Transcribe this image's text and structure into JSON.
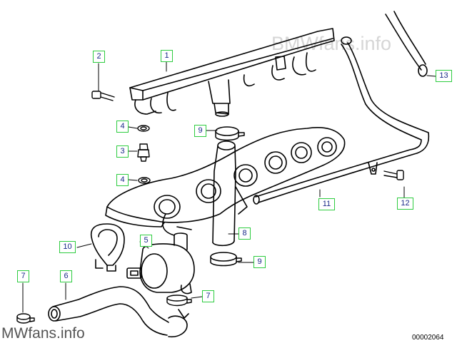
{
  "watermark_top": "BMWfans.info",
  "watermark_bottom": "MWfans.info",
  "diagram_number": "00002064",
  "callouts": [
    {
      "id": "c1",
      "label": "1"
    },
    {
      "id": "c2",
      "label": "2"
    },
    {
      "id": "c3",
      "label": "3"
    },
    {
      "id": "c4a",
      "label": "4"
    },
    {
      "id": "c4b",
      "label": "4"
    },
    {
      "id": "c5",
      "label": "5"
    },
    {
      "id": "c6",
      "label": "6"
    },
    {
      "id": "c7a",
      "label": "7"
    },
    {
      "id": "c7b",
      "label": "7"
    },
    {
      "id": "c8",
      "label": "8"
    },
    {
      "id": "c9a",
      "label": "9"
    },
    {
      "id": "c9b",
      "label": "9"
    },
    {
      "id": "c10",
      "label": "10"
    },
    {
      "id": "c11",
      "label": "11"
    },
    {
      "id": "c12",
      "label": "12"
    },
    {
      "id": "c13",
      "label": "13"
    }
  ],
  "colors": {
    "callout_border": "#2ecc40",
    "callout_text": "#1b2a8a",
    "line": "#000000"
  }
}
